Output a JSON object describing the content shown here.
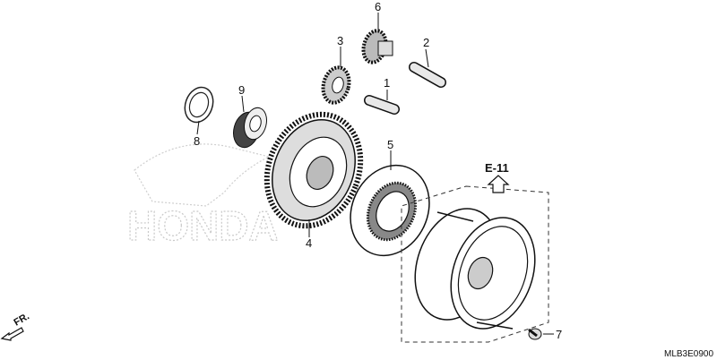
{
  "diagram": {
    "watermark": "HONDA",
    "direction_label": "FR.",
    "reference_label": "E-11",
    "diagram_code": "MLB3E0900",
    "callouts": [
      "1",
      "2",
      "3",
      "4",
      "5",
      "6",
      "7",
      "8",
      "9"
    ]
  }
}
